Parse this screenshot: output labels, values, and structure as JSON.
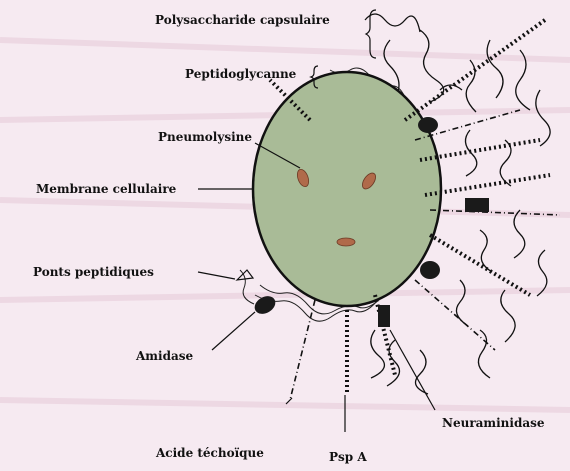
{
  "labels": {
    "polysaccharide": "Polysaccharide capsulaire",
    "peptidoglycanne": "Peptidoglycanne",
    "pneumolysine": "Pneumolysine",
    "membrane": "Membrane cellulaire",
    "ponts": "Ponts peptidiques",
    "amidase": "Amidase",
    "acide": "Acide téchoïque",
    "pspa": "Psp A",
    "neuraminidase": "Neuraminidase"
  },
  "colors": {
    "background": "#f6eaf1",
    "cell_fill": "#a9bb97",
    "pneumolysin_fill": "#b06a4a",
    "ink": "#111111"
  }
}
